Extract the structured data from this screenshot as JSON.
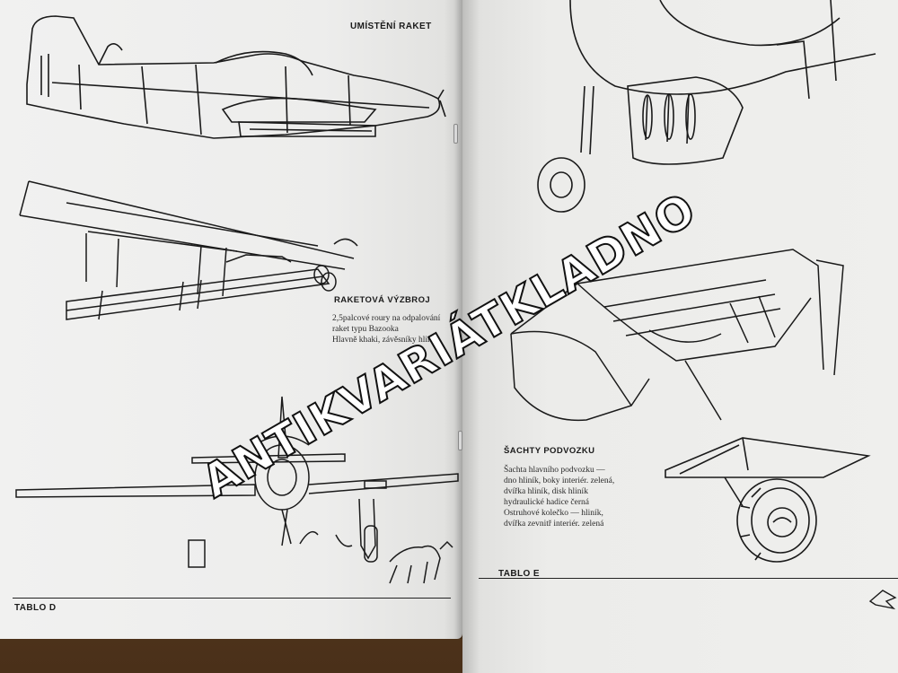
{
  "left_page": {
    "heading_rocket_placement": "UMÍSTĚNÍ RAKET",
    "heading_rocket_armament": "RAKETOVÁ VÝZBROJ",
    "armament_text": [
      "2,5palcové roury na odpalování",
      "raket typu Bazooka",
      "Hlavně khaki, závěsníky hliník"
    ],
    "footer": "TABLO D"
  },
  "right_page": {
    "heading_gear_bays": "ŠACHTY PODVOZKU",
    "gear_bays_text": [
      "Šachta hlavního podvozku —",
      "dno hliník, boky interiér. zelená,",
      "dvířka hliník, disk hliník",
      "hydraulické hadice černá",
      "Ostruhové kolečko — hliník,",
      "dvířka zevnitř interiér. zelená"
    ],
    "footer": "TABLO E"
  },
  "watermark": "ANTIKVARIÁTKLADNO",
  "colors": {
    "paper": "#eeeeec",
    "ink": "#1b1b1b",
    "wood": "#6b4a2c"
  }
}
